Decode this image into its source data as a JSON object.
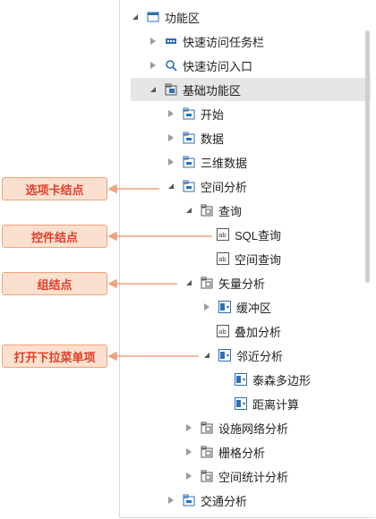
{
  "tree": {
    "nodes": [
      {
        "label": "功能区",
        "icon": "window-icon",
        "arrow": "expanded"
      },
      {
        "label": "快速访问任务栏",
        "icon": "toolbar-icon",
        "arrow": "collapsed"
      },
      {
        "label": "快速访问入口",
        "icon": "search-icon",
        "arrow": "collapsed"
      },
      {
        "label": "基础功能区",
        "icon": "folder-icon",
        "arrow": "expanded"
      },
      {
        "label": "开始",
        "icon": "tab-icon",
        "arrow": "collapsed"
      },
      {
        "label": "数据",
        "icon": "tab-icon",
        "arrow": "collapsed"
      },
      {
        "label": "三维数据",
        "icon": "tab-icon",
        "arrow": "collapsed"
      },
      {
        "label": "空间分析",
        "icon": "tab-icon",
        "arrow": "expanded"
      },
      {
        "label": "查询",
        "icon": "group-icon",
        "arrow": "expanded"
      },
      {
        "label": "SQL查询",
        "icon": "control-icon",
        "arrow": "none"
      },
      {
        "label": "空间查询",
        "icon": "control-icon",
        "arrow": "none"
      },
      {
        "label": "矢量分析",
        "icon": "group-icon",
        "arrow": "expanded"
      },
      {
        "label": "缓冲区",
        "icon": "dropdown-icon",
        "arrow": "collapsed"
      },
      {
        "label": "叠加分析",
        "icon": "control-icon",
        "arrow": "none"
      },
      {
        "label": "邻近分析",
        "icon": "dropdown-icon",
        "arrow": "expanded"
      },
      {
        "label": "泰森多边形",
        "icon": "dropdown-icon",
        "arrow": "none"
      },
      {
        "label": "距离计算",
        "icon": "dropdown-icon",
        "arrow": "none"
      },
      {
        "label": "设施网络分析",
        "icon": "group-icon",
        "arrow": "collapsed"
      },
      {
        "label": "栅格分析",
        "icon": "group-icon",
        "arrow": "collapsed"
      },
      {
        "label": "空间统计分析",
        "icon": "group-icon",
        "arrow": "collapsed"
      },
      {
        "label": "交通分析",
        "icon": "tab-icon",
        "arrow": "collapsed"
      }
    ]
  },
  "callouts": {
    "tab_node": "选项卡结点",
    "control_node": "控件结点",
    "group_node": "组结点",
    "dropdown_item": "打开下拉菜单项"
  },
  "colors": {
    "callout_fill": "#fbe0cf",
    "callout_border": "#f0a27a",
    "callout_text": "#e0402a",
    "icon_blue": "#2f6fb4",
    "selected_row": "#e6e6e6"
  }
}
